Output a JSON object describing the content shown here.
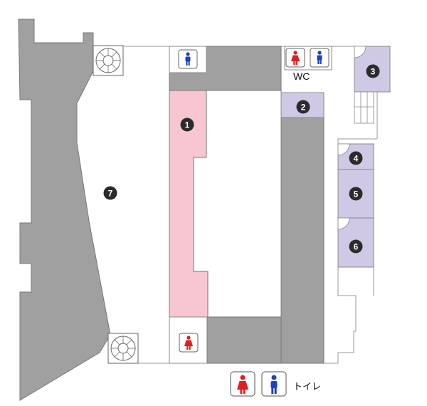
{
  "map": {
    "room_labels": [
      "1",
      "2",
      "3",
      "4",
      "5",
      "6",
      "7"
    ],
    "wc_label": "WC",
    "legend": {
      "toilet_label": "トイレ"
    },
    "icons": [
      "female-toilet-icon",
      "male-toilet-icon",
      "spiral-staircase-icon",
      "door-swing-icon",
      "staircase-icon"
    ],
    "colors": {
      "wall": "#a0a0a0",
      "room_highlight_pink": "#f8c6d1",
      "room_lavender": "#cfc9e6",
      "female_icon": "#e02020",
      "male_icon": "#1b44b8",
      "marker": "#2b2b2b"
    }
  }
}
